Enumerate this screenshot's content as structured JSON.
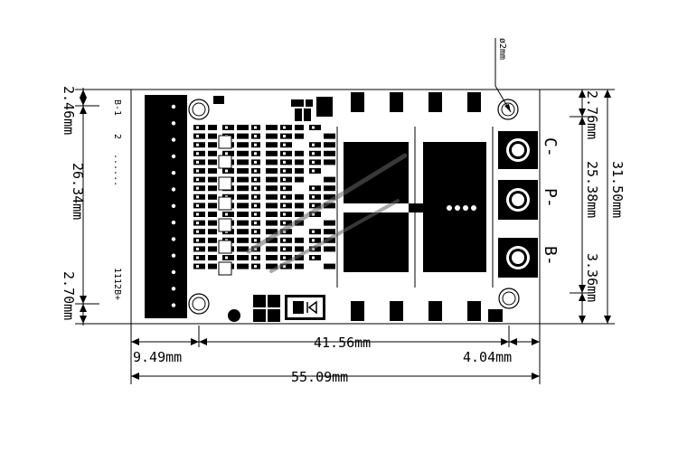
{
  "dimensions": {
    "total_width": "55.09mm",
    "span_middle": "41.56mm",
    "left_offset": "9.49mm",
    "right_offset": "4.04mm",
    "left_top": "2.46mm",
    "left_middle": "26.34mm",
    "left_bottom": "2.70mm",
    "right_total": "31.50mm",
    "right_top": "2.76mm",
    "right_middle": "25.38mm",
    "right_bottom": "3.36mm",
    "hole": "ø2mm"
  },
  "board": {
    "header_top": "B-1",
    "header_two": "2",
    "header_dots": "......",
    "header_bottom": "1112B+",
    "terminal_c": "C-",
    "terminal_p": "P-",
    "terminal_b": "B-"
  },
  "colors": {
    "ink": "#000000",
    "board": "#ffffff",
    "watermark": "#6a6a6a"
  }
}
